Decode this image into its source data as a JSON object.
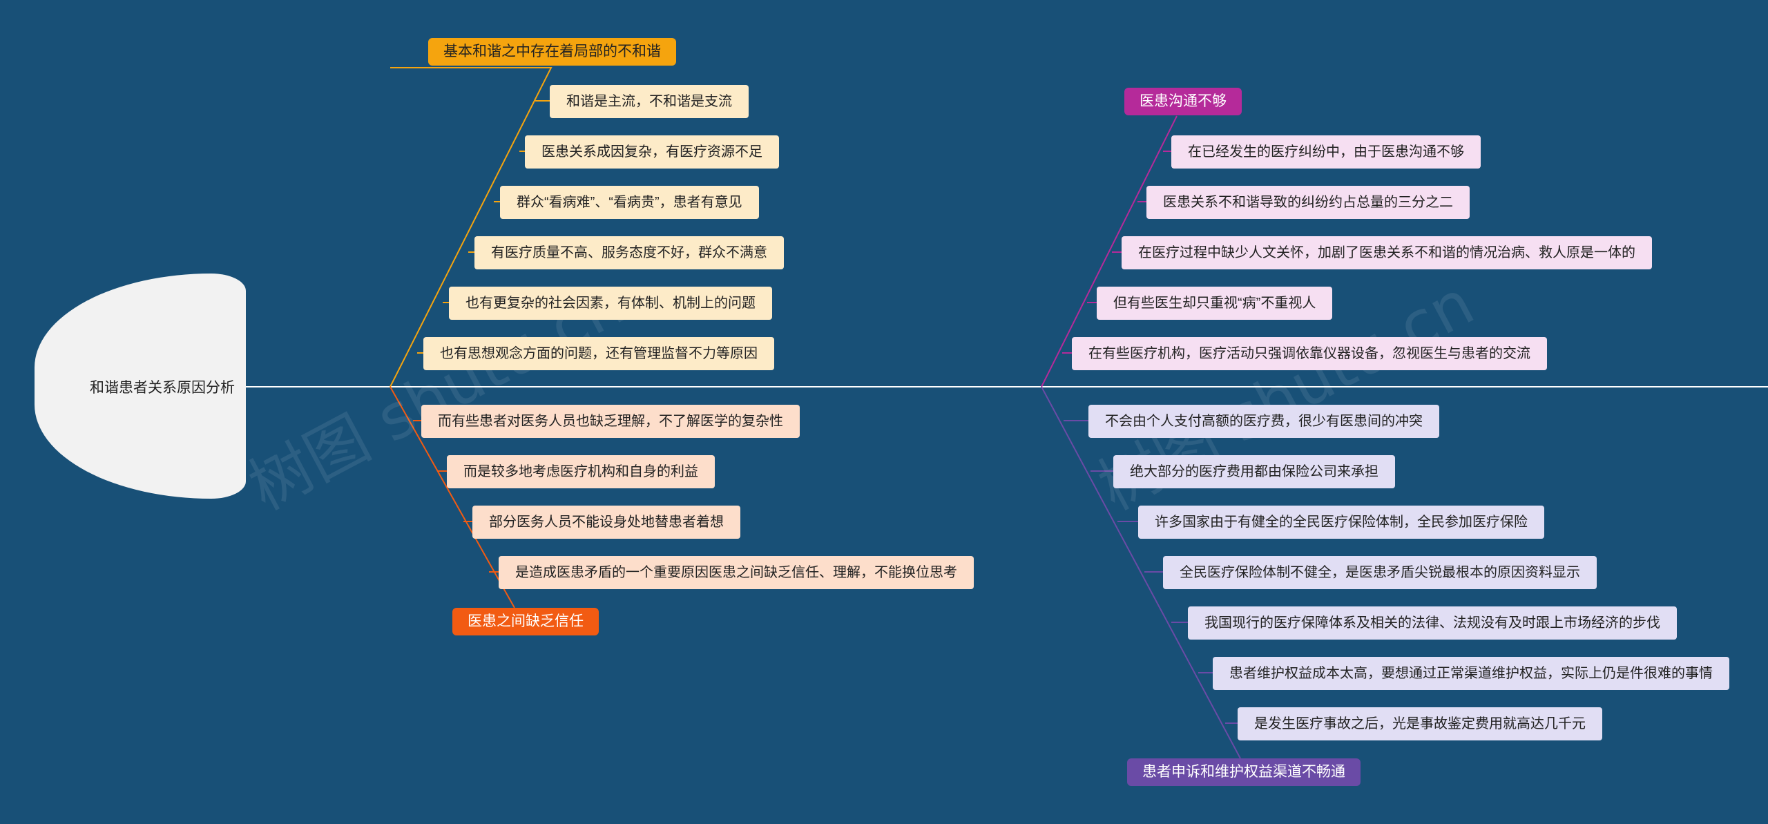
{
  "root": {
    "label": "和谐患者关系原因分析"
  },
  "branches": {
    "b1": {
      "title": "基本和谐之中存在着局部的不和谐",
      "items": [
        "和谐是主流，不和谐是支流",
        "医患关系成因复杂，有医疗资源不足",
        "群众“看病难”、“看病贵”，患者有意见",
        "有医疗质量不高、服务态度不好，群众不满意",
        "也有更复杂的社会因素，有体制、机制上的问题",
        "也有思想观念方面的问题，还有管理监督不力等原因"
      ]
    },
    "b2": {
      "title": "医患之间缺乏信任",
      "items": [
        "而有些患者对医务人员也缺乏理解，不了解医学的复杂性",
        "而是较多地考虑医疗机构和自身的利益",
        "部分医务人员不能设身处地替患者着想",
        "是造成医患矛盾的一个重要原因医患之间缺乏信任、理解，不能换位思考"
      ]
    },
    "b3": {
      "title": "医患沟通不够",
      "items": [
        "在已经发生的医疗纠纷中，由于医患沟通不够",
        "医患关系不和谐导致的纠纷约占总量的三分之二",
        "在医疗过程中缺少人文关怀，加剧了医患关系不和谐的情况治病、救人原是一体的",
        "但有些医生却只重视“病”不重视人",
        "在有些医疗机构，医疗活动只强调依靠仪器设备，忽视医生与患者的交流"
      ]
    },
    "b4": {
      "title": "患者申诉和维护权益渠道不畅通",
      "items": [
        "不会由个人支付高额的医疗费，很少有医患间的冲突",
        "绝大部分的医疗费用都由保险公司来承担",
        "许多国家由于有健全的全民医疗保险体制，全民参加医疗保险",
        "全民医疗保险体制不健全，是医患矛盾尖锐最根本的原因资料显示",
        "我国现行的医疗保障体系及相关的法律、法规没有及时跟上市场经济的步伐",
        "患者维护权益成本太高，要想通过正常渠道维护权益，实际上仍是件很难的事情",
        "是发生医疗事故之后，光是事故鉴定费用就高达几千元"
      ]
    }
  },
  "watermark": [
    "树图 shutu.cn",
    "树图 shutu.cn"
  ],
  "colors": {
    "background": "#185077",
    "branch1": "#f5a40e",
    "branch2": "#f25b12",
    "branch3": "#b52a9a",
    "branch4": "#6a4ba6"
  }
}
